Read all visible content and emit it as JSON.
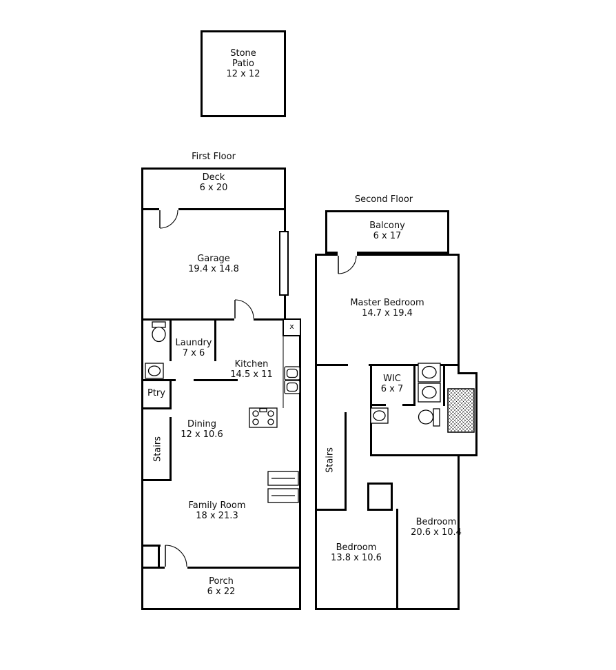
{
  "page": {
    "background": "#ffffff",
    "wall_color": "#000000"
  },
  "stone_patio": {
    "line1": "Stone",
    "line2": "Patio",
    "dims": "12 x 12"
  },
  "first_floor": {
    "title": "First Floor",
    "deck": {
      "name": "Deck",
      "dims": "6 x 20"
    },
    "garage": {
      "name": "Garage",
      "dims": "19.4 x 14.8"
    },
    "laundry": {
      "name": "Laundry",
      "dims": "7 x 6"
    },
    "kitchen": {
      "name": "Kitchen",
      "dims": "14.5 x 11"
    },
    "pantry": {
      "name": "Ptry"
    },
    "stairs_label": "Stairs",
    "dining": {
      "name": "Dining",
      "dims": "12 x 10.6"
    },
    "family_room": {
      "name": "Family Room",
      "dims": "18 x 21.3"
    },
    "porch": {
      "name": "Porch",
      "dims": "6 x 22"
    },
    "closet_marker": "x"
  },
  "second_floor": {
    "title": "Second Floor",
    "balcony": {
      "name": "Balcony",
      "dims": "6 x 17"
    },
    "master_bedroom": {
      "name": "Master Bedroom",
      "dims": "14.7 x 19.4"
    },
    "wic": {
      "name": "WIC",
      "dims": "6 x 7"
    },
    "stairs_label": "Stairs",
    "bedroom_right": {
      "name": "Bedroom",
      "dims": "20.6 x 10.4"
    },
    "bedroom_left": {
      "name": "Bedroom",
      "dims": "13.8 x 10.6"
    }
  },
  "fixture_icons": [
    "toilet-icon",
    "sink-icon",
    "kitchen-sink-icon",
    "stove-icon",
    "garage-door-icon",
    "built-in-icon",
    "vanity-sink-icon",
    "shower-icon",
    "door-icon"
  ]
}
